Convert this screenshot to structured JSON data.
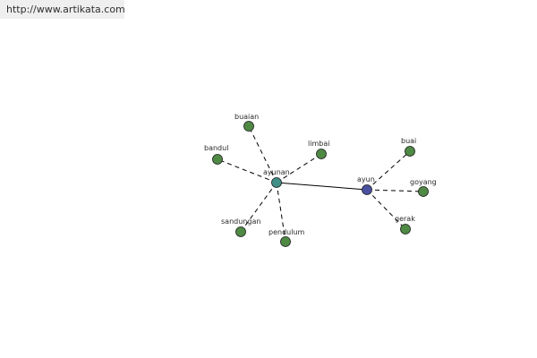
{
  "header": {
    "url": "http://www.artikata.com"
  },
  "graph": {
    "colors": {
      "leaf": "#4f8a45",
      "hub_ayunan": "#3f8f86",
      "hub_ayun": "#4a52a0",
      "edge": "#000000"
    },
    "nodes": [
      {
        "id": "ayunan",
        "label": "ayunan",
        "role": "hub",
        "color_key": "hub_ayunan"
      },
      {
        "id": "ayun",
        "label": "ayun",
        "role": "hub",
        "color_key": "hub_ayun"
      },
      {
        "id": "buaian",
        "label": "buaian",
        "role": "leaf",
        "color_key": "leaf"
      },
      {
        "id": "bandul",
        "label": "bandul",
        "role": "leaf",
        "color_key": "leaf"
      },
      {
        "id": "limbai",
        "label": "limbai",
        "role": "leaf",
        "color_key": "leaf"
      },
      {
        "id": "sandungan",
        "label": "sandungan",
        "role": "leaf",
        "color_key": "leaf"
      },
      {
        "id": "pendulum",
        "label": "pendulum",
        "role": "leaf",
        "color_key": "leaf"
      },
      {
        "id": "buai",
        "label": "buai",
        "role": "leaf",
        "color_key": "leaf"
      },
      {
        "id": "goyang",
        "label": "goyang",
        "role": "leaf",
        "color_key": "leaf"
      },
      {
        "id": "gerak",
        "label": "gerak",
        "role": "leaf",
        "color_key": "leaf"
      }
    ],
    "edges": [
      {
        "from": "ayunan",
        "to": "ayun",
        "style": "solid"
      },
      {
        "from": "ayunan",
        "to": "buaian",
        "style": "dashed"
      },
      {
        "from": "ayunan",
        "to": "bandul",
        "style": "dashed"
      },
      {
        "from": "ayunan",
        "to": "limbai",
        "style": "dashed"
      },
      {
        "from": "ayunan",
        "to": "sandungan",
        "style": "dashed"
      },
      {
        "from": "ayunan",
        "to": "pendulum",
        "style": "dashed"
      },
      {
        "from": "ayun",
        "to": "buai",
        "style": "dashed"
      },
      {
        "from": "ayun",
        "to": "goyang",
        "style": "dashed"
      },
      {
        "from": "ayun",
        "to": "gerak",
        "style": "dashed"
      }
    ]
  }
}
